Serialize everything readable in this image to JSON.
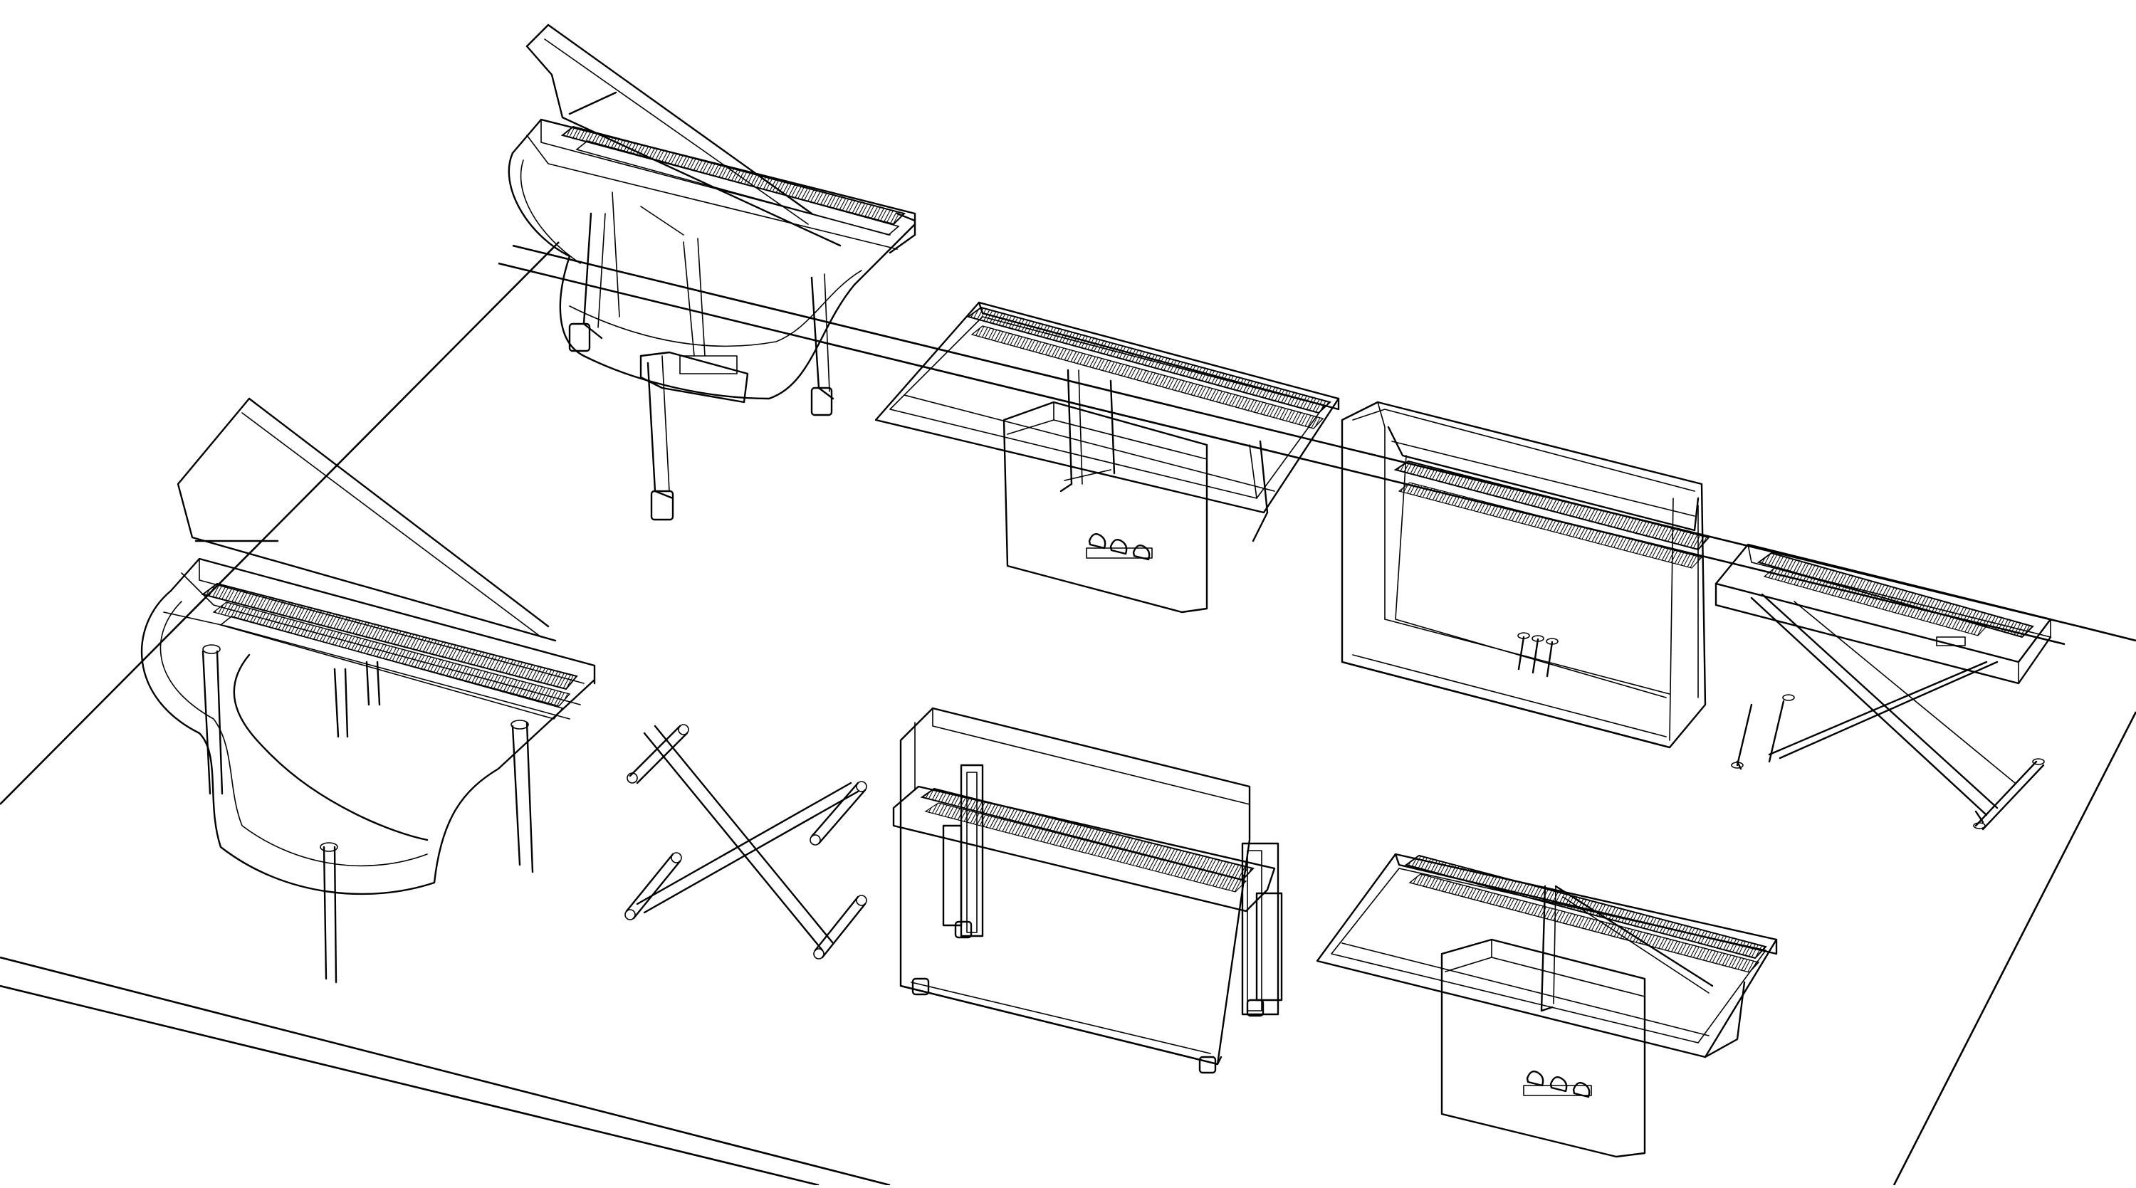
{
  "scene": {
    "description_shown": "",
    "line_color": "#000000",
    "background_color": "#ffffff",
    "objects": [
      {
        "kind": "grand-piano",
        "lid": "open"
      },
      {
        "kind": "grand-piano",
        "lid": "open"
      },
      {
        "kind": "digital-piano",
        "pedals": 3
      },
      {
        "kind": "upright-piano",
        "pedals": 3
      },
      {
        "kind": "keyboard-x-stand"
      },
      {
        "kind": "x-stand"
      },
      {
        "kind": "stage-piano-cabinet"
      },
      {
        "kind": "digital-piano",
        "pedals": 3
      }
    ]
  }
}
